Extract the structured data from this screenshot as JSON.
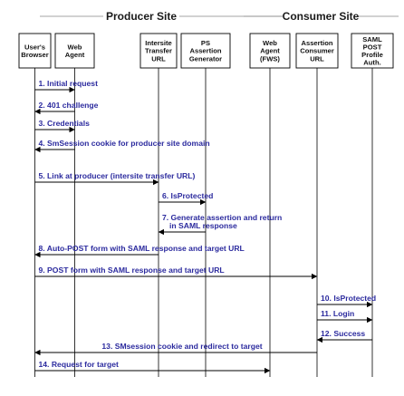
{
  "sites": [
    {
      "id": "producer",
      "label": "Producer Site"
    },
    {
      "id": "consumer",
      "label": "Consumer Site"
    }
  ],
  "participants": [
    {
      "id": "browser",
      "lines": [
        "User's",
        "Browser"
      ]
    },
    {
      "id": "webagent",
      "lines": [
        "Web",
        "Agent"
      ]
    },
    {
      "id": "intersite",
      "lines": [
        "Intersite",
        "Transfer",
        "URL"
      ]
    },
    {
      "id": "psgen",
      "lines": [
        "PS",
        "Assertion",
        "Generator"
      ]
    },
    {
      "id": "fws",
      "lines": [
        "Web",
        "Agent",
        "(FWS)"
      ]
    },
    {
      "id": "acs",
      "lines": [
        "Assertion",
        "Consumer",
        "URL"
      ]
    },
    {
      "id": "saml",
      "lines": [
        "SAML",
        "POST",
        "Profile",
        "Auth."
      ]
    }
  ],
  "messages": [
    {
      "id": 1,
      "from": "browser",
      "to": "webagent",
      "lines": [
        "1. Initial request"
      ]
    },
    {
      "id": 2,
      "from": "webagent",
      "to": "browser",
      "lines": [
        "2. 401 challenge"
      ]
    },
    {
      "id": 3,
      "from": "browser",
      "to": "webagent",
      "lines": [
        "3. Credentials"
      ]
    },
    {
      "id": 4,
      "from": "webagent",
      "to": "browser",
      "lines": [
        "4. SmSession cookie for producer site domain"
      ]
    },
    {
      "id": 5,
      "from": "browser",
      "to": "intersite",
      "lines": [
        "5. Link at producer (intersite transfer URL)"
      ]
    },
    {
      "id": 6,
      "from": "intersite",
      "to": "psgen",
      "lines": [
        "6. IsProtected"
      ]
    },
    {
      "id": 7,
      "from": "psgen",
      "to": "intersite",
      "lines": [
        "7. Generate assertion and return",
        "in SAML response"
      ]
    },
    {
      "id": 8,
      "from": "intersite",
      "to": "browser",
      "lines": [
        "8. Auto-POST form with SAML response and target URL"
      ]
    },
    {
      "id": 9,
      "from": "browser",
      "to": "acs",
      "lines": [
        "9. POST form with SAML response and target URL"
      ]
    },
    {
      "id": 10,
      "from": "acs",
      "to": "saml",
      "lines": [
        "10. IsProtected"
      ]
    },
    {
      "id": 11,
      "from": "acs",
      "to": "saml",
      "lines": [
        "11. Login"
      ]
    },
    {
      "id": 12,
      "from": "saml",
      "to": "acs",
      "lines": [
        "12. Success"
      ]
    },
    {
      "id": 13,
      "from": "acs",
      "to": "browser",
      "lines": [
        "13. SMsession cookie and redirect to target"
      ]
    },
    {
      "id": 14,
      "from": "browser",
      "to": "fws",
      "lines": [
        "14. Request for target"
      ]
    }
  ]
}
